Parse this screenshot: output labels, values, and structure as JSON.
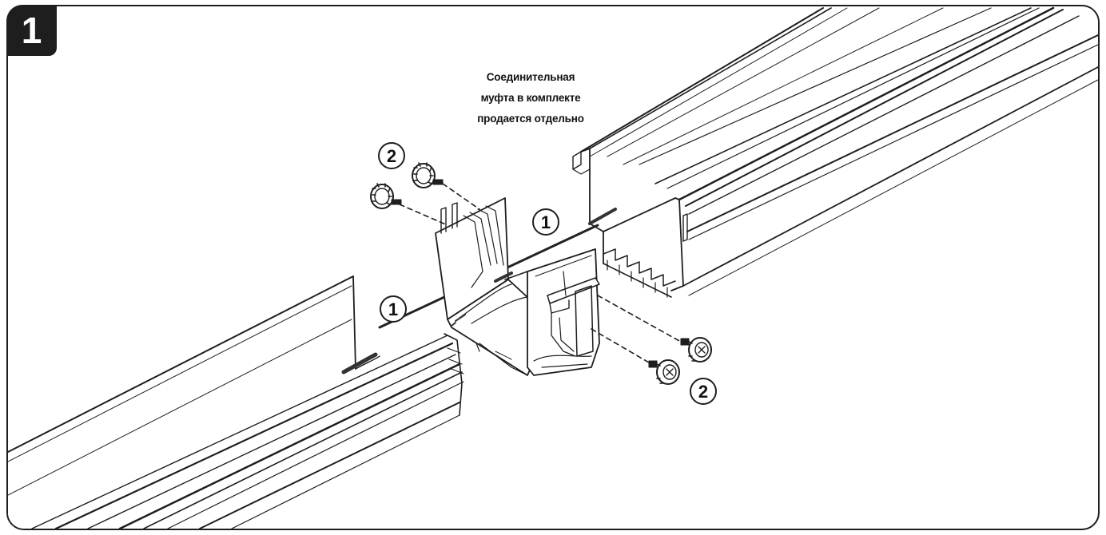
{
  "step": {
    "number": "1"
  },
  "caption": {
    "lines": [
      "Соединительная",
      "муфта в комплекте",
      "продается отдельно"
    ]
  },
  "callouts": {
    "part_1": "1",
    "part_2": "2"
  },
  "colors": {
    "ink": "#1e1e1e",
    "paper": "#ffffff"
  },
  "icons": [
    "thumb-screw-icon",
    "coupling-icon",
    "profile-rail-icon"
  ]
}
